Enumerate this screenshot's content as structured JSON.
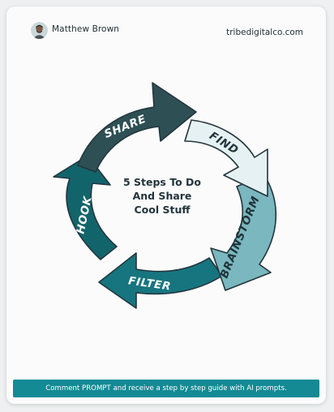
{
  "header": {
    "author_name": "Matthew Brown",
    "website": "tribedigitalco.com",
    "avatar_icon": "person-avatar-icon"
  },
  "diagram": {
    "title_lines": [
      "5 Steps To Do",
      "And Share",
      "Cool Stuff"
    ],
    "steps": [
      {
        "label": "SHARE",
        "fill": "#2e5055",
        "text_color": "#ffffff"
      },
      {
        "label": "FIND",
        "fill": "#e6f1f3",
        "text_color": "#23353d"
      },
      {
        "label": "BRAINSTORM",
        "fill": "#7ab7bf",
        "text_color": "#1f3338"
      },
      {
        "label": "FILTER",
        "fill": "#17757f",
        "text_color": "#ffffff"
      },
      {
        "label": "HOOK",
        "fill": "#12646b",
        "text_color": "#ffffff"
      }
    ],
    "stroke_color": "#23353d"
  },
  "footer": {
    "text": "Comment PROMPT and receive a step by step guide with AI prompts.",
    "background": "#138a94"
  }
}
